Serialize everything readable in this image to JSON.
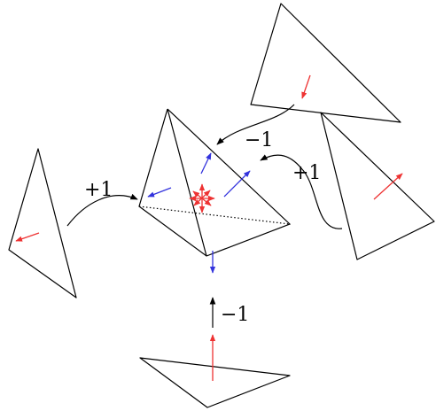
{
  "labels": {
    "left_gain": "+1",
    "top_loss": "−1",
    "right_gain": "+1",
    "bottom_loss": "−1"
  },
  "colors": {
    "face_normal": "#ee3333",
    "tetra_normal": "#3333dd",
    "line": "#000000"
  }
}
